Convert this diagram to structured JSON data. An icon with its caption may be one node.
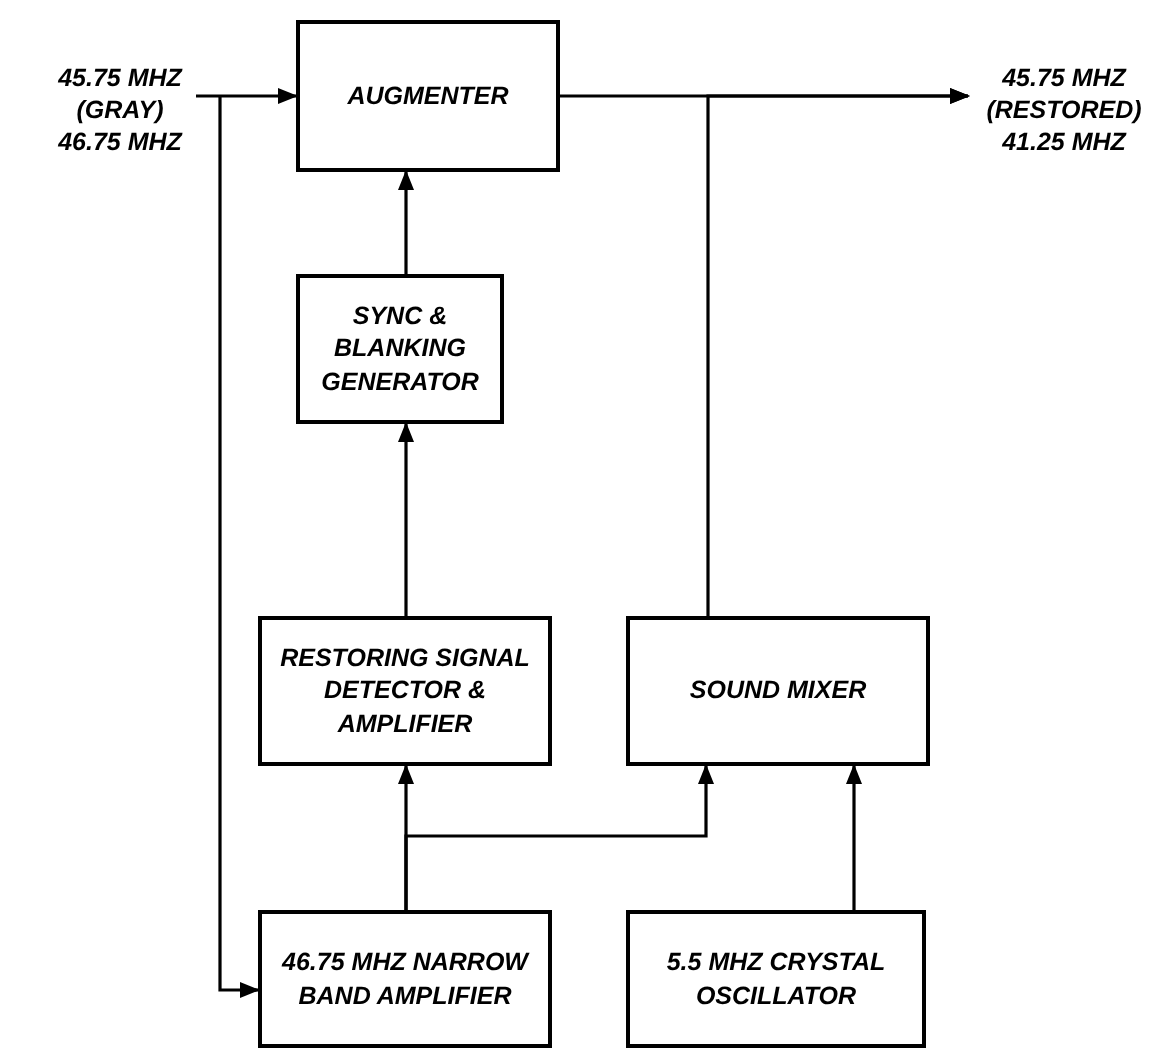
{
  "diagram": {
    "nodes": [
      {
        "text": [
          "45.75 MHZ (GRAY) 46.75 MHZ"
        ]
      },
      {
        "text": [
          "AUGMENTER"
        ]
      },
      {
        "text": [
          "SYNC & BLANKING GENERATOR"
        ]
      },
      {
        "text": [
          "RESTORING SIGNAL DETECTOR & AMPLIFIER"
        ]
      },
      {
        "text": [
          "SOUND MIXER"
        ]
      },
      {
        "text": [
          "46.75 MHZ NARROW BAND AMPLIFIER"
        ]
      },
      {
        "text": [
          "5.5 MHZ CRYSTAL OSCILLATOR"
        ]
      },
      {
        "text": [
          "45.75 MHZ (RESTORED) 41.25 MHZ"
        ]
      }
    ],
    "edges": [
      {
        "from": 0,
        "to": 1,
        "arrow": "to"
      },
      {
        "from": 0,
        "to": 5,
        "arrow": "to"
      },
      {
        "from": 1,
        "to": 7,
        "arrow": "to"
      },
      {
        "from": 4,
        "to": 7,
        "arrow": "to"
      },
      {
        "from": 2,
        "to": 1,
        "arrow": "to"
      },
      {
        "from": 3,
        "to": 2,
        "arrow": "to"
      },
      {
        "from": 5,
        "to": 3,
        "arrow": "to"
      },
      {
        "from": 5,
        "to": 4,
        "arrow": "to"
      },
      {
        "from": 6,
        "to": 4,
        "arrow": "to"
      }
    ]
  }
}
